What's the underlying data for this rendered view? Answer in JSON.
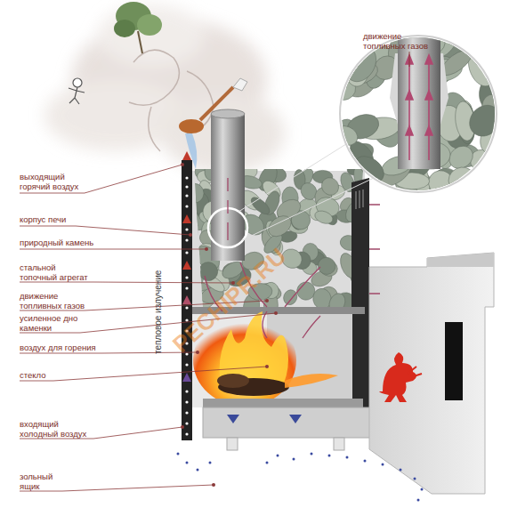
{
  "diagram": {
    "labels": [
      "выходящий горячий воздух",
      "корпус печи",
      "природный камень",
      "стальной топочный агрегат",
      "движение топливных газов",
      "усиленное дно каменки",
      "воздух для горения",
      "стекло",
      "входящий холодный воздух",
      "зольный ящик",
      "движение топливных газов",
      "тепловое излучение",
      "PECHIPR.RU"
    ]
  }
}
